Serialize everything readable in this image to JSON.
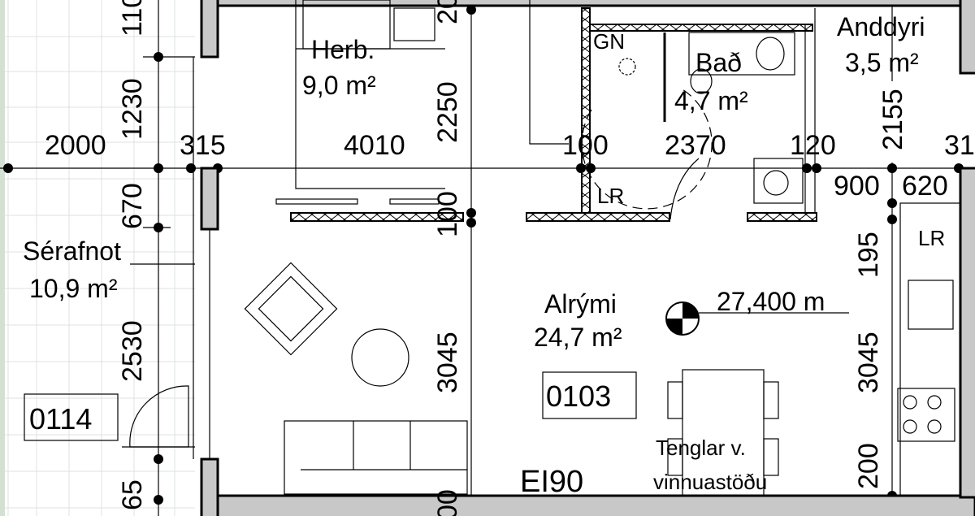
{
  "rooms": {
    "herb": {
      "name": "Herb.",
      "area": "9,0 m²"
    },
    "bad": {
      "name": "Bað",
      "area": "4,7 m²"
    },
    "anddyri": {
      "name": "Anddyri",
      "area": "3,5 m²"
    },
    "serafnot": {
      "name": "Sérafnot",
      "area": "10,9 m²",
      "number": "0114"
    },
    "alrymi": {
      "name": "Alrými",
      "area": "24,7 m²",
      "number": "0103"
    }
  },
  "dimensions": {
    "top_left_vertical": "110",
    "d2000": "2000",
    "d1230": "1230",
    "d315": "315",
    "d4010": "4010",
    "d2250": "2250",
    "top_mid_vertical": "20",
    "d100_h": "100",
    "d2370": "2370",
    "d120": "120",
    "d2155": "2155",
    "d31": "31",
    "d900": "900",
    "d620": "620",
    "d670": "670",
    "d100_v": "100",
    "d2530": "2530",
    "d65": "65",
    "d3045_left": "3045",
    "d3045_right": "3045",
    "d195": "195",
    "d200": "200",
    "bottom_mid_vertical": "00"
  },
  "labels": {
    "gn": "GN",
    "lr_bath": "LR",
    "lr_entry": "LR",
    "elevation": "27,400 m",
    "outlets_line1": "Tenglar v.",
    "outlets_line2": "vinnuastöðu",
    "fire_rating": "EI90"
  }
}
